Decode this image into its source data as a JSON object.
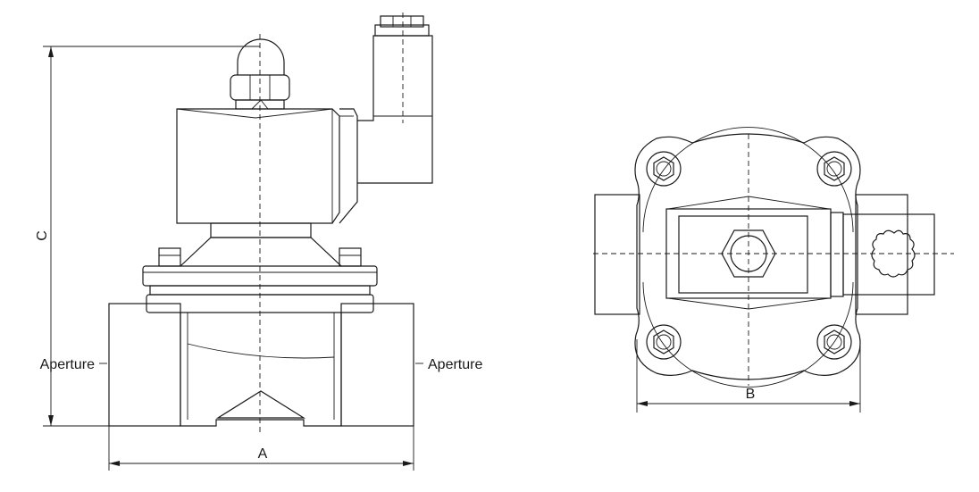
{
  "labels": {
    "dim_a": "A",
    "dim_b": "B",
    "dim_c": "C",
    "aperture_left": "Aperture",
    "aperture_right": "Aperture"
  }
}
